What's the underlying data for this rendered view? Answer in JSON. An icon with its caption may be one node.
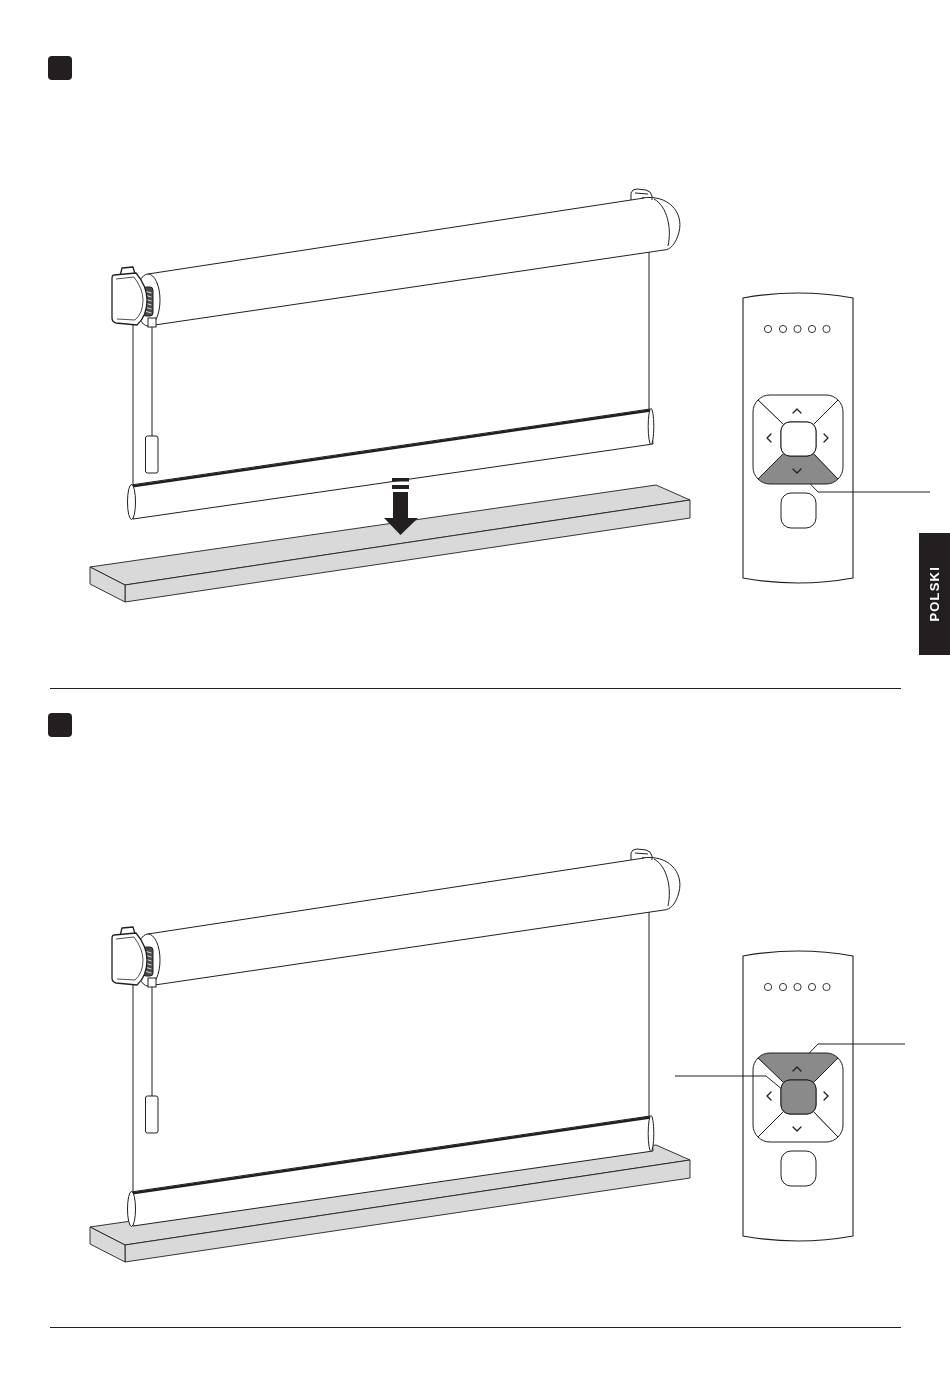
{
  "diagram": {
    "nodes": [
      {
        "text": [],
        "shape": "trapezoid"
      },
      {
        "text": [
          "POLSKI"
        ]
      },
      {
        "text": [],
        "shape": "trapezoid"
      },
      {
        "text": [],
        "shape": "box"
      }
    ],
    "edges": [
      {
        "from": null,
        "to": 0,
        "arrow": "none"
      },
      {
        "from": null,
        "to": 2,
        "arrow": "none"
      },
      {
        "from": null,
        "to": 3,
        "arrow": "none"
      }
    ]
  }
}
